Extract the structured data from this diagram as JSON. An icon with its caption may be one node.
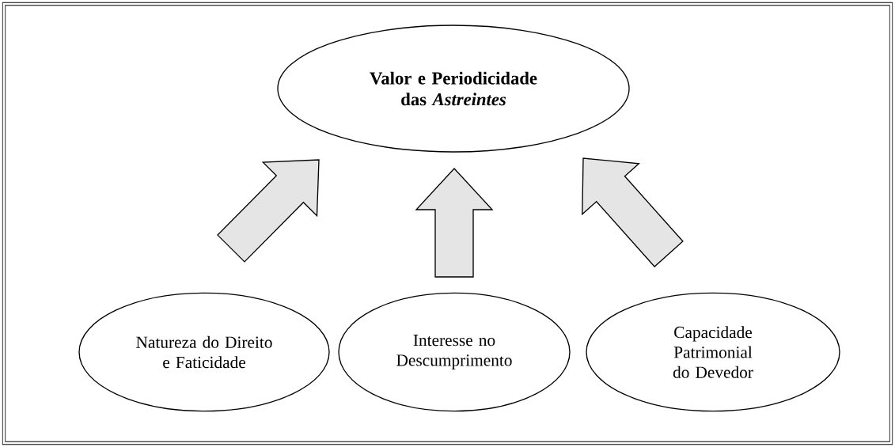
{
  "diagram": {
    "nodes": [
      {
        "text": [
          "Valor e Periodicidade das *Astreintes*"
        ]
      },
      {
        "text": [
          "Natureza do Direito e Faticidade"
        ]
      },
      {
        "text": [
          "Interesse no Descumprimento"
        ]
      },
      {
        "text": [
          "Capacidade Patrimonial do Devedor"
        ]
      }
    ],
    "edges": [
      {
        "from": 1,
        "to": 0,
        "arrow": "to"
      },
      {
        "from": 2,
        "to": 0,
        "arrow": "to"
      },
      {
        "from": 3,
        "to": 0,
        "arrow": "to"
      }
    ]
  }
}
